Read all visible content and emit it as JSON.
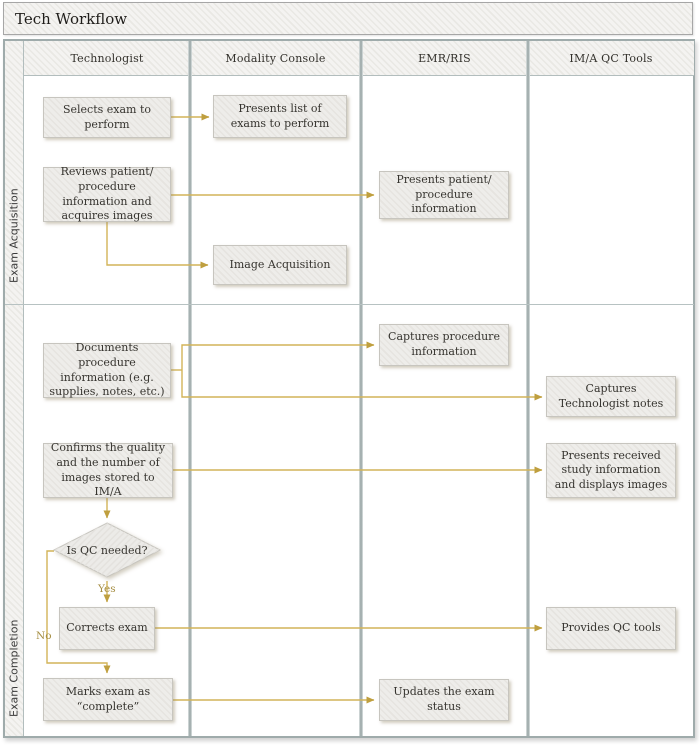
{
  "title": "Tech Workflow",
  "lanes": [
    "Technologist",
    "Modality Console",
    "EMR/RIS",
    "IM/A QC Tools"
  ],
  "bands": [
    "Exam Acquisition",
    "Exam Completion"
  ],
  "nodes": {
    "selects_exam": {
      "label": "Selects exam to perform",
      "lane": "Technologist"
    },
    "presents_list": {
      "label": "Presents list of exams to perform",
      "lane": "Modality Console"
    },
    "reviews_patient": {
      "label": "Reviews patient/ procedure information and acquires images",
      "lane": "Technologist"
    },
    "presents_patient": {
      "label": "Presents patient/ procedure information",
      "lane": "EMR/RIS"
    },
    "image_acquisition": {
      "label": "Image Acquisition",
      "lane": "Modality Console"
    },
    "documents_procedure": {
      "label": "Documents procedure information (e.g. supplies, notes, etc.)",
      "lane": "Technologist"
    },
    "captures_procedure": {
      "label": "Captures procedure information",
      "lane": "EMR/RIS"
    },
    "captures_notes": {
      "label": "Captures Technologist notes",
      "lane": "IM/A QC Tools"
    },
    "confirms_quality": {
      "label": "Confirms the quality and the number of images stored to IM/A",
      "lane": "Technologist"
    },
    "presents_received": {
      "label": "Presents received study information and displays images",
      "lane": "IM/A QC Tools"
    },
    "corrects_exam": {
      "label": "Corrects exam",
      "lane": "Technologist"
    },
    "provides_qc": {
      "label": "Provides QC tools",
      "lane": "IM/A QC Tools"
    },
    "marks_complete": {
      "label": "Marks exam as “complete”",
      "lane": "Technologist"
    },
    "updates_status": {
      "label": "Updates the exam status",
      "lane": "EMR/RIS"
    }
  },
  "decision": {
    "label": "Is QC needed?"
  },
  "edge_labels": {
    "yes": "Yes",
    "no": "No"
  },
  "colors": {
    "connector": "#d2b458",
    "arrowhead": "#bf9f3f",
    "lane_border": "#9fabab",
    "node_border": "#c7c5bf",
    "stripe_base": "#f4f3f1",
    "stripe_line": "#e9e8e4"
  }
}
